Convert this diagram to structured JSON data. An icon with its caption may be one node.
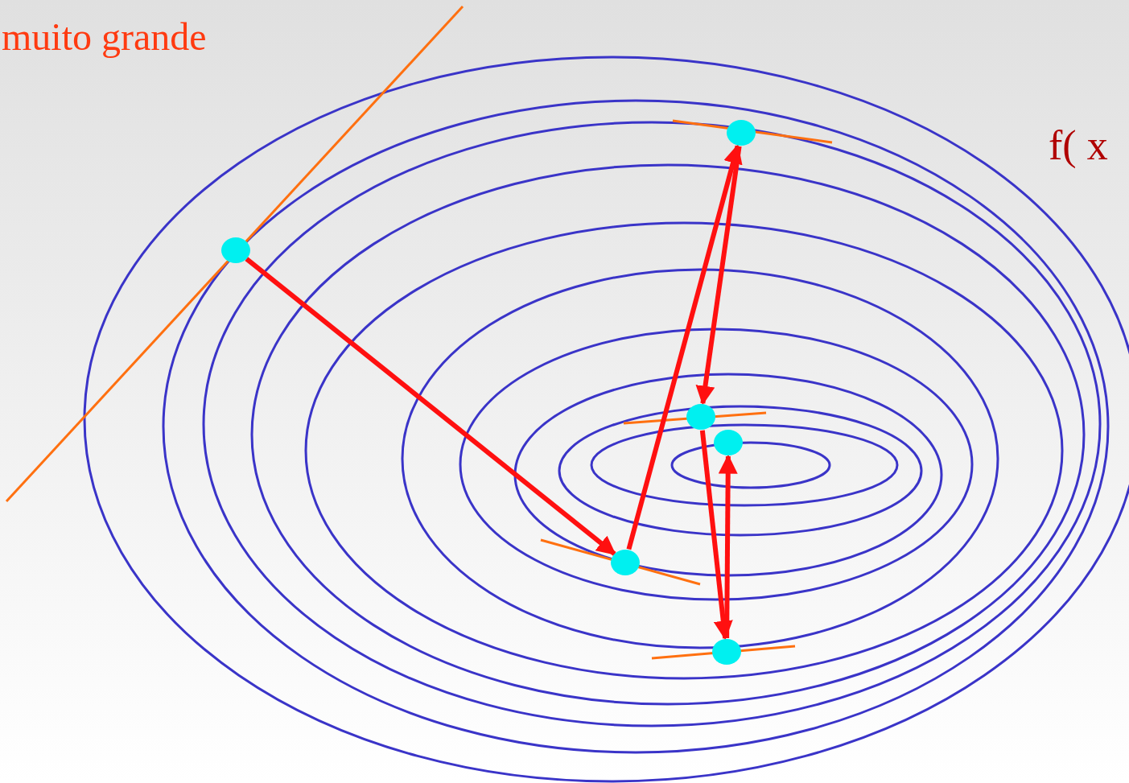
{
  "diagram": {
    "nodes": [
      {
        "text": [],
        "shape": "circle"
      },
      {
        "text": [],
        "shape": "circle"
      },
      {
        "text": [],
        "shape": "circle"
      },
      {
        "text": [],
        "shape": "circle"
      },
      {
        "text": [],
        "shape": "circle"
      },
      {
        "text": [],
        "shape": "circle"
      }
    ],
    "edges": [
      {
        "from": 0,
        "to": 1,
        "arrow": "to"
      },
      {
        "from": 1,
        "to": 5,
        "arrow": "to"
      },
      {
        "from": 5,
        "to": 2,
        "arrow": "to"
      },
      {
        "from": 2,
        "to": 3,
        "arrow": "to"
      },
      {
        "from": 3,
        "to": 4,
        "arrow": "to"
      }
    ],
    "labels": [
      "muito grande",
      "f( x"
    ]
  }
}
